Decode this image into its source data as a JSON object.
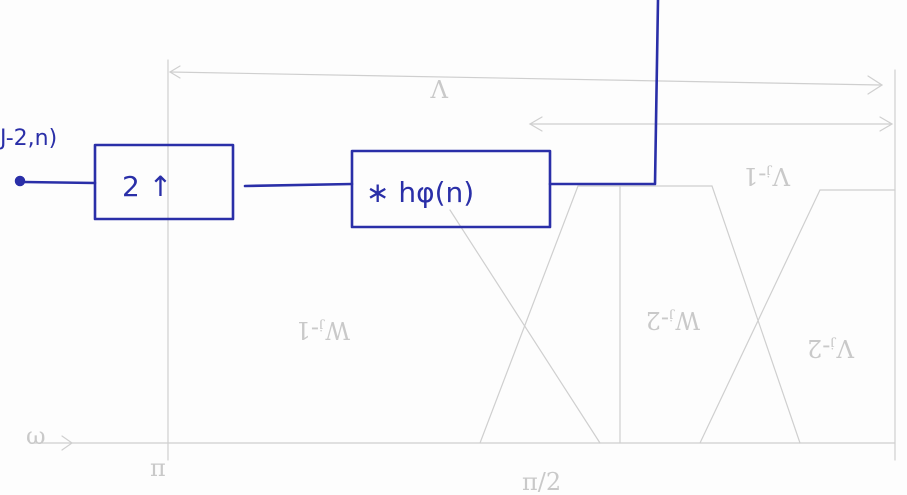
{
  "input_label": "J-2,n)",
  "upsampler_label": "2 ↑",
  "filter_label": "∗ hφ(n)",
  "background_marks": {
    "omega_label": "ω",
    "pi_label": "π",
    "pi_half_label": "π/2",
    "w1_label": "Wⱼ-1",
    "w2_label": "Wⱼ-2",
    "v1_label": "Vⱼ-1",
    "v2_label": "Vⱼ-2"
  },
  "colors": {
    "ink": "#2a2fa8",
    "ghost": "#cfcfcf"
  }
}
